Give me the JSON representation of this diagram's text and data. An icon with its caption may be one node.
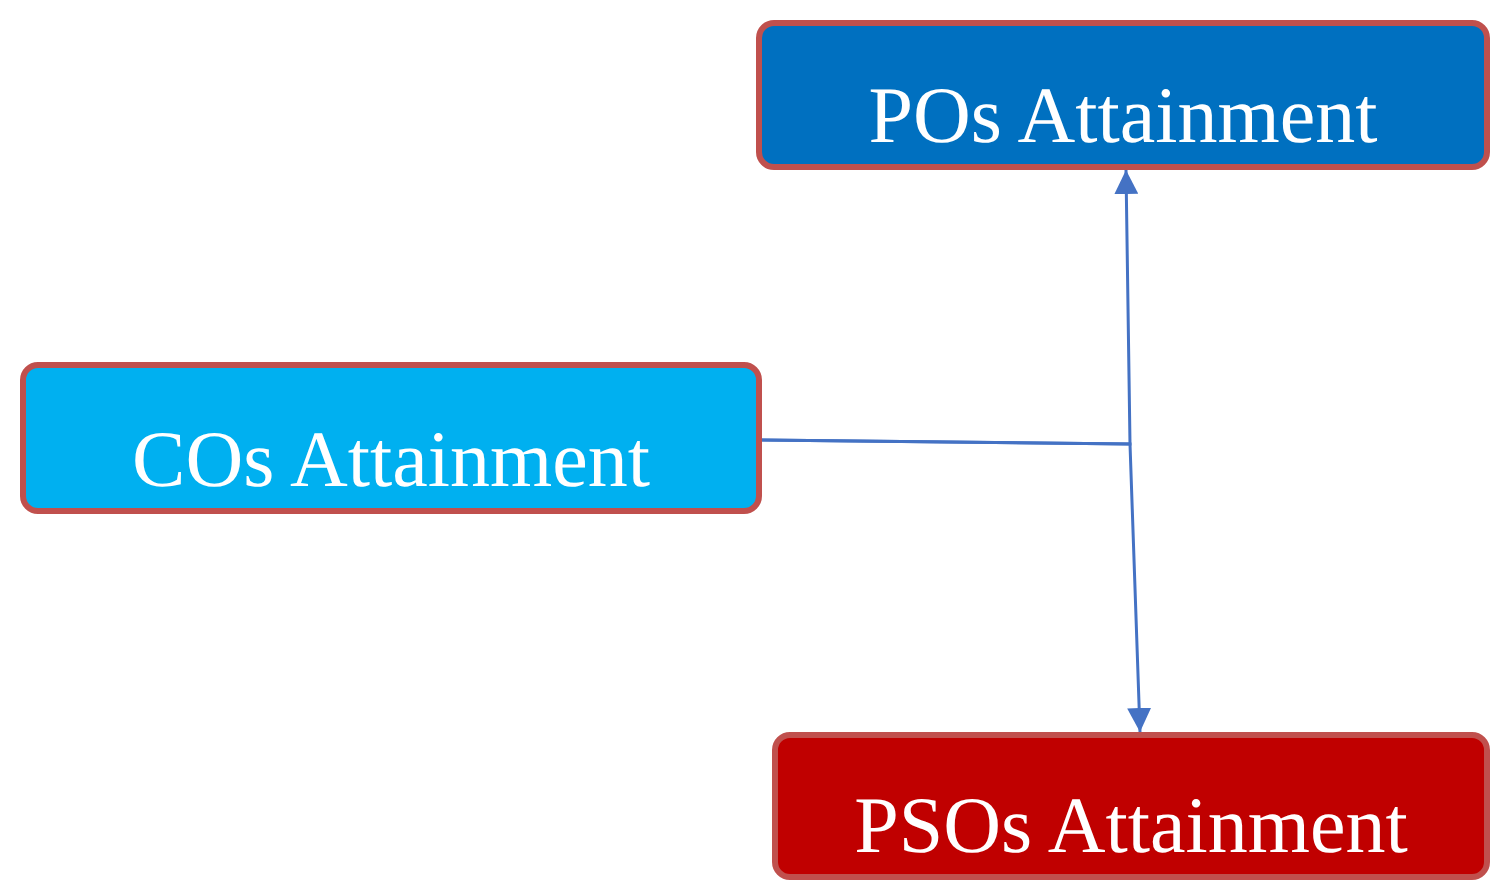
{
  "diagram": {
    "nodes": [
      {
        "text": [
          "POs Attainment"
        ]
      },
      {
        "text": [
          "COs Attainment"
        ]
      },
      {
        "text": [
          "PSOs Attainment"
        ]
      }
    ],
    "edges": [
      {
        "from": 1,
        "to": 0,
        "arrow": "to"
      },
      {
        "from": 1,
        "to": 2,
        "arrow": "to"
      }
    ]
  }
}
